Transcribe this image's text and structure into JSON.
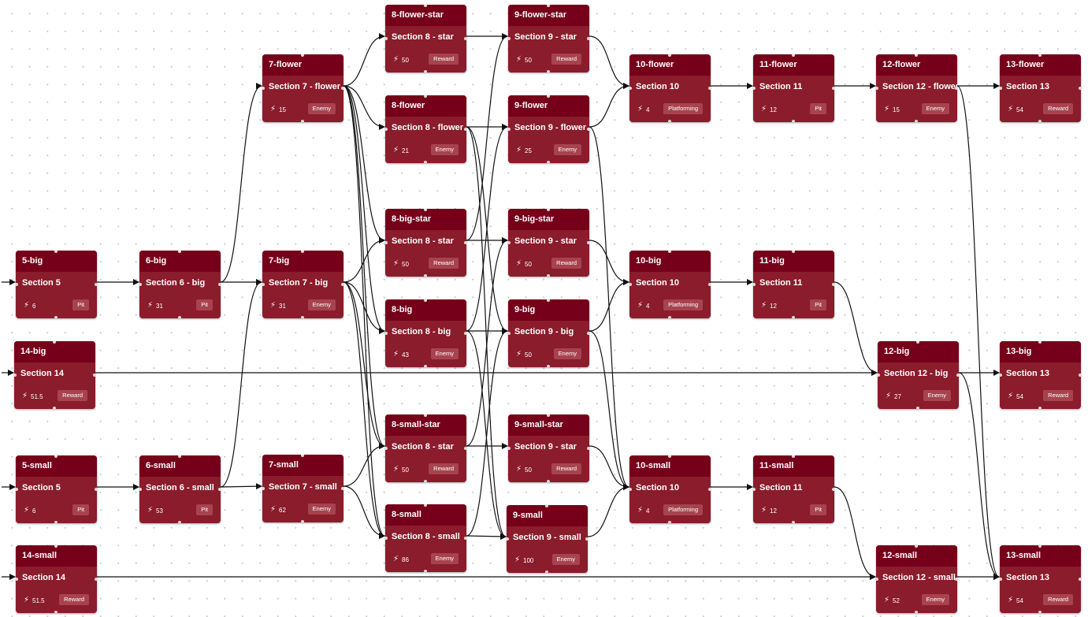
{
  "colors": {
    "header": "#76001a",
    "body": "#8a1c2b",
    "badge": "#a7434f",
    "edge": "#111111"
  },
  "energy_icon": "lightning-bolt-icon",
  "nodes": [
    {
      "id": "5-big",
      "title": "5-big",
      "section": "Section 5",
      "energy": "6",
      "tag": "Pit"
    },
    {
      "id": "14-big",
      "title": "14-big",
      "section": "Section 14",
      "energy": "51.5",
      "tag": "Reward"
    },
    {
      "id": "5-small",
      "title": "5-small",
      "section": "Section 5",
      "energy": "6",
      "tag": "Pit"
    },
    {
      "id": "14-small",
      "title": "14-small",
      "section": "Section 14",
      "energy": "51.5",
      "tag": "Reward"
    },
    {
      "id": "6-big",
      "title": "6-big",
      "section": "Section 6 - big",
      "energy": "31",
      "tag": "Pit"
    },
    {
      "id": "6-small",
      "title": "6-small",
      "section": "Section 6 - small",
      "energy": "53",
      "tag": "Pit"
    },
    {
      "id": "7-flower",
      "title": "7-flower",
      "section": "Section 7 - flower",
      "energy": "15",
      "tag": "Enemy"
    },
    {
      "id": "7-big",
      "title": "7-big",
      "section": "Section 7 - big",
      "energy": "31",
      "tag": "Enemy"
    },
    {
      "id": "7-small",
      "title": "7-small",
      "section": "Section 7 - small",
      "energy": "62",
      "tag": "Enemy"
    },
    {
      "id": "8-flower-star",
      "title": "8-flower-star",
      "section": "Section 8 - star",
      "energy": "50",
      "tag": "Reward"
    },
    {
      "id": "8-flower",
      "title": "8-flower",
      "section": "Section 8 - flower",
      "energy": "21",
      "tag": "Enemy"
    },
    {
      "id": "8-big-star",
      "title": "8-big-star",
      "section": "Section 8 - star",
      "energy": "50",
      "tag": "Reward"
    },
    {
      "id": "8-big",
      "title": "8-big",
      "section": "Section 8 - big",
      "energy": "43",
      "tag": "Enemy"
    },
    {
      "id": "8-small-star",
      "title": "8-small-star",
      "section": "Section 8 - star",
      "energy": "50",
      "tag": "Reward"
    },
    {
      "id": "8-small",
      "title": "8-small",
      "section": "Section 8 - small",
      "energy": "86",
      "tag": "Enemy"
    },
    {
      "id": "9-flower-star",
      "title": "9-flower-star",
      "section": "Section 9 - star",
      "energy": "50",
      "tag": "Reward"
    },
    {
      "id": "9-flower",
      "title": "9-flower",
      "section": "Section 9 - flower",
      "energy": "25",
      "tag": "Enemy"
    },
    {
      "id": "9-big-star",
      "title": "9-big-star",
      "section": "Section 9 - star",
      "energy": "50",
      "tag": "Reward"
    },
    {
      "id": "9-big",
      "title": "9-big",
      "section": "Section 9 - big",
      "energy": "50",
      "tag": "Enemy"
    },
    {
      "id": "9-small-star",
      "title": "9-small-star",
      "section": "Section 9 - star",
      "energy": "50",
      "tag": "Reward"
    },
    {
      "id": "9-small",
      "title": "9-small",
      "section": "Section 9 - small",
      "energy": "100",
      "tag": "Enemy"
    },
    {
      "id": "10-flower",
      "title": "10-flower",
      "section": "Section 10",
      "energy": "4",
      "tag": "Platforming"
    },
    {
      "id": "10-big",
      "title": "10-big",
      "section": "Section 10",
      "energy": "4",
      "tag": "Platforming"
    },
    {
      "id": "10-small",
      "title": "10-small",
      "section": "Section 10",
      "energy": "4",
      "tag": "Platforming"
    },
    {
      "id": "11-flower",
      "title": "11-flower",
      "section": "Section 11",
      "energy": "12",
      "tag": "Pit"
    },
    {
      "id": "11-big",
      "title": "11-big",
      "section": "Section 11",
      "energy": "12",
      "tag": "Pit"
    },
    {
      "id": "11-small",
      "title": "11-small",
      "section": "Section 11",
      "energy": "12",
      "tag": "Pit"
    },
    {
      "id": "12-flower",
      "title": "12-flower",
      "section": "Section 12 - flower",
      "energy": "15",
      "tag": "Enemy"
    },
    {
      "id": "12-big",
      "title": "12-big",
      "section": "Section 12 - big",
      "energy": "27",
      "tag": "Enemy"
    },
    {
      "id": "12-small",
      "title": "12-small",
      "section": "Section 12 - small",
      "energy": "52",
      "tag": "Enemy"
    },
    {
      "id": "13-flower",
      "title": "13-flower",
      "section": "Section 13",
      "energy": "54",
      "tag": "Reward"
    },
    {
      "id": "13-big",
      "title": "13-big",
      "section": "Section 13",
      "energy": "54",
      "tag": "Reward"
    },
    {
      "id": "13-small",
      "title": "13-small",
      "section": "Section 13",
      "energy": "54",
      "tag": "Reward"
    }
  ],
  "edges": [
    [
      "5-big",
      "6-big"
    ],
    [
      "5-small",
      "6-small"
    ],
    [
      "6-big",
      "7-flower"
    ],
    [
      "6-big",
      "7-big"
    ],
    [
      "6-small",
      "7-big"
    ],
    [
      "6-small",
      "7-small"
    ],
    [
      "7-flower",
      "8-flower-star"
    ],
    [
      "7-flower",
      "8-flower"
    ],
    [
      "7-flower",
      "8-big-star"
    ],
    [
      "7-flower",
      "8-big"
    ],
    [
      "7-flower",
      "8-small-star"
    ],
    [
      "7-flower",
      "8-small"
    ],
    [
      "7-big",
      "8-big-star"
    ],
    [
      "7-big",
      "8-big"
    ],
    [
      "7-big",
      "8-small-star"
    ],
    [
      "7-big",
      "8-small"
    ],
    [
      "7-small",
      "8-small-star"
    ],
    [
      "7-small",
      "8-small"
    ],
    [
      "8-flower-star",
      "9-flower-star"
    ],
    [
      "8-flower",
      "9-flower"
    ],
    [
      "8-flower",
      "9-big"
    ],
    [
      "8-flower",
      "9-small"
    ],
    [
      "8-big-star",
      "9-flower-star"
    ],
    [
      "8-big-star",
      "9-big-star"
    ],
    [
      "8-big",
      "9-flower"
    ],
    [
      "8-big",
      "9-big"
    ],
    [
      "8-big",
      "9-small"
    ],
    [
      "8-small-star",
      "9-big-star"
    ],
    [
      "8-small-star",
      "9-small-star"
    ],
    [
      "8-small",
      "9-big"
    ],
    [
      "8-small",
      "9-small"
    ],
    [
      "9-flower-star",
      "10-flower"
    ],
    [
      "9-flower",
      "10-flower"
    ],
    [
      "9-flower",
      "10-small"
    ],
    [
      "9-big-star",
      "10-big"
    ],
    [
      "9-big",
      "10-big"
    ],
    [
      "9-big",
      "10-small"
    ],
    [
      "9-small-star",
      "10-small"
    ],
    [
      "9-small",
      "10-small"
    ],
    [
      "10-flower",
      "11-flower"
    ],
    [
      "10-big",
      "11-big"
    ],
    [
      "10-small",
      "11-small"
    ],
    [
      "11-flower",
      "12-flower"
    ],
    [
      "11-big",
      "12-big"
    ],
    [
      "11-small",
      "12-small"
    ],
    [
      "14-big",
      "12-big"
    ],
    [
      "14-small",
      "12-small"
    ],
    [
      "12-flower",
      "13-flower"
    ],
    [
      "12-flower",
      "13-small"
    ],
    [
      "12-big",
      "13-big"
    ],
    [
      "12-big",
      "13-small"
    ],
    [
      "12-small",
      "13-small"
    ]
  ],
  "entry_nodes": [
    "5-big",
    "14-big",
    "5-small",
    "14-small"
  ]
}
